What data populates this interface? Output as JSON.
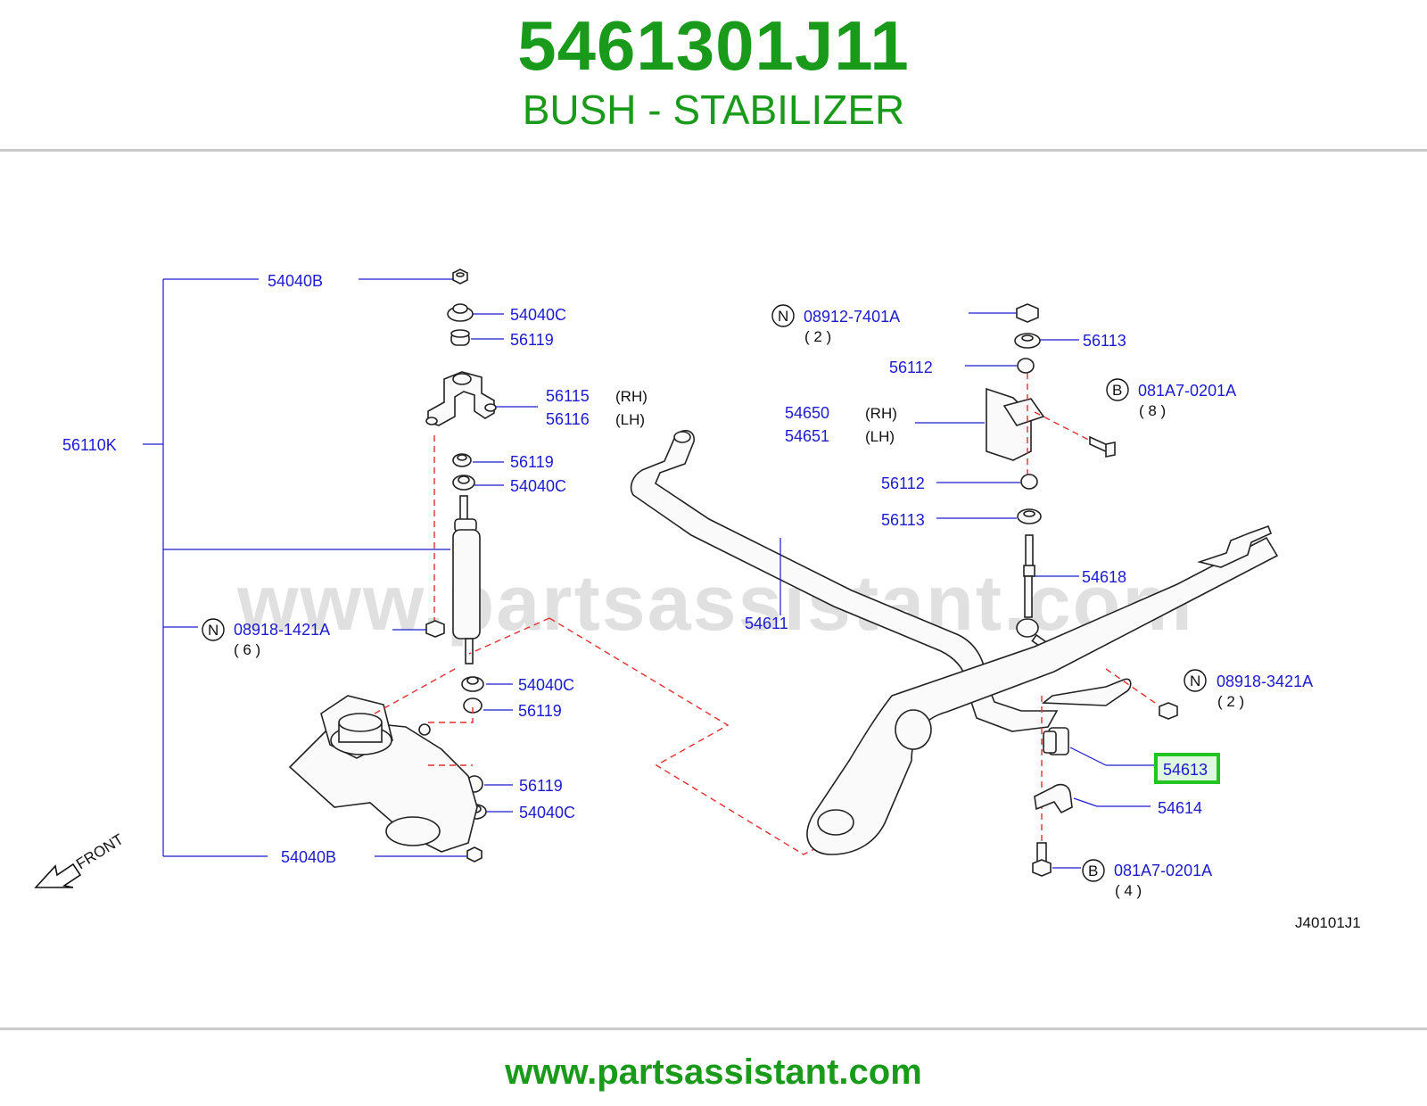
{
  "header": {
    "part_number": "5461301J11",
    "part_name": "BUSH - STABILIZER"
  },
  "watermark": "www.partsassistant.com",
  "footer": {
    "url": "www.partsassistant.com"
  },
  "diagram": {
    "code": "J40101J1",
    "front_label": "FRONT",
    "highlight_color": "#22c422",
    "labels": {
      "l54040B_top": "54040B",
      "l54040C_1": "54040C",
      "l56119_1": "56119",
      "l56115": "56115",
      "l56115_side": "(RH)",
      "l56116": "56116",
      "l56116_side": "(LH)",
      "l56110K": "56110K",
      "l56119_2": "56119",
      "l54040C_2": "54040C",
      "l08918_1421A": "08918-1421A",
      "l08918_1421A_badge": "N",
      "l08918_1421A_qty": "( 6 )",
      "l54040C_3": "54040C",
      "l56119_3": "56119",
      "l56119_4": "56119",
      "l54040C_4": "54040C",
      "l54040B_bot": "54040B",
      "l08912_7401A": "08912-7401A",
      "l08912_7401A_badge": "N",
      "l08912_7401A_qty": "( 2 )",
      "l56113_1": "56113",
      "l56112_1": "56112",
      "l081A7_top": "081A7-0201A",
      "l081A7_top_badge": "B",
      "l081A7_top_qty": "( 8 )",
      "l54650": "54650",
      "l54650_side": "(RH)",
      "l54651": "54651",
      "l54651_side": "(LH)",
      "l56112_2": "56112",
      "l56113_2": "56113",
      "l54618": "54618",
      "l54611": "54611",
      "l08918_3421A": "08918-3421A",
      "l08918_3421A_badge": "N",
      "l08918_3421A_qty": "( 2 )",
      "l54613": "54613",
      "l54614": "54614",
      "l081A7_bot": "081A7-0201A",
      "l081A7_bot_badge": "B",
      "l081A7_bot_qty": "( 4 )"
    }
  }
}
